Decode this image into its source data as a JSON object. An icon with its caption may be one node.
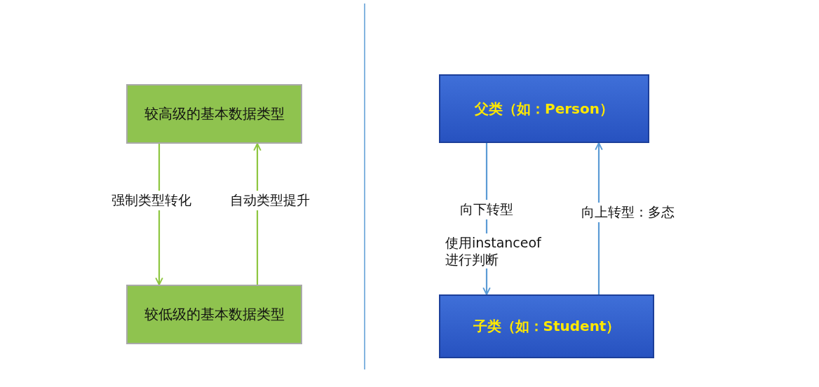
{
  "diagram": {
    "nodes": [
      {
        "text": [
          "较高级的基本数据类型"
        ]
      },
      {
        "text": [
          "较低级的基本数据类型"
        ]
      },
      {
        "text": [
          "父类（如：Person）"
        ]
      },
      {
        "text": [
          "子类（如：Student）"
        ]
      }
    ],
    "edges": [
      {
        "from": 0,
        "to": 1,
        "arrow": "to",
        "label": "强制类型转化"
      },
      {
        "from": 1,
        "to": 0,
        "arrow": "to",
        "label": "自动类型提升"
      },
      {
        "from": 2,
        "to": 3,
        "arrow": "to",
        "label": "向下转型",
        "color": "#5b9bd5"
      },
      {
        "from": 3,
        "to": 2,
        "arrow": "to",
        "label": "向上转型：多态",
        "color": "#5b9bd5"
      }
    ],
    "labels": [
      "使用instanceof 进行判断"
    ]
  }
}
